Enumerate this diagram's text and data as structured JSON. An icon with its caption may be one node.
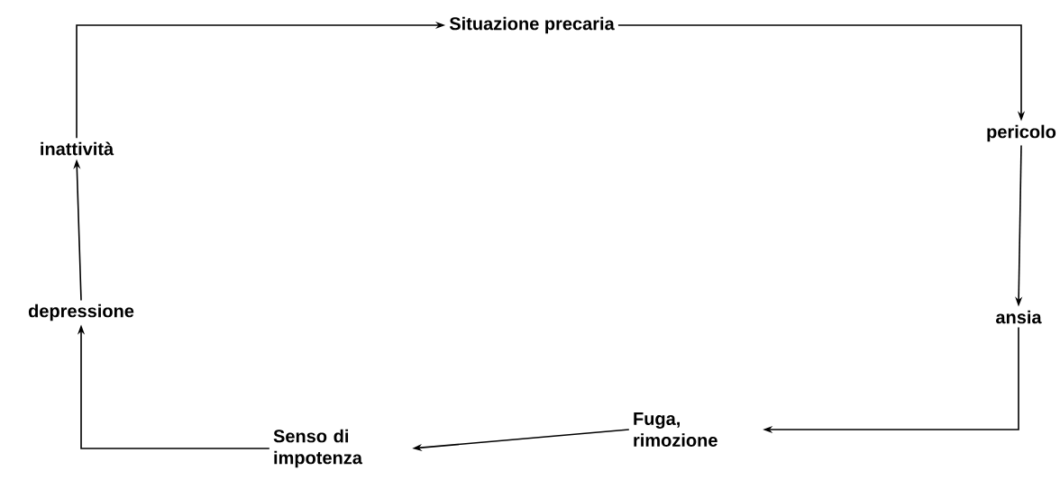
{
  "diagram": {
    "nodes": [
      {
        "text": [
          "Situazione precaria"
        ]
      },
      {
        "text": [
          "pericolo"
        ]
      },
      {
        "text": [
          "ansia"
        ]
      },
      {
        "text": [
          "Fuga, rimozione"
        ]
      },
      {
        "text": [
          "Senso di impotenza"
        ]
      },
      {
        "text": [
          "depressione"
        ]
      },
      {
        "text": [
          "inattività"
        ]
      }
    ],
    "edges": [
      {
        "from": 6,
        "to": 0,
        "arrow": "to"
      },
      {
        "from": 0,
        "to": 1,
        "arrow": "to"
      },
      {
        "from": 1,
        "to": 2,
        "arrow": "to"
      },
      {
        "from": 2,
        "to": 3,
        "arrow": "to"
      },
      {
        "from": 3,
        "to": 4,
        "arrow": "to"
      },
      {
        "from": 4,
        "to": 5,
        "arrow": "to"
      },
      {
        "from": 5,
        "to": 6,
        "arrow": "to"
      }
    ]
  }
}
